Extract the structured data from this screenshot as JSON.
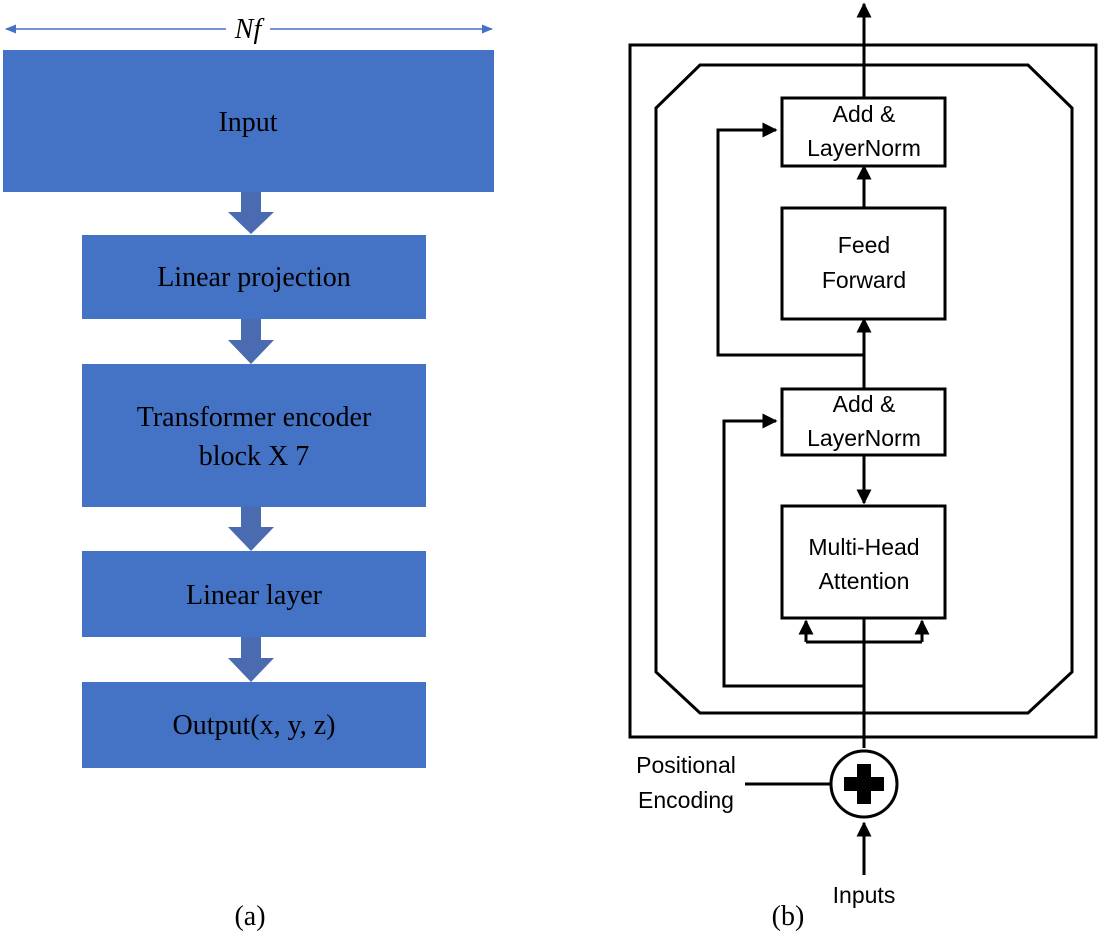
{
  "panel_a": {
    "width_label": "Nf",
    "blocks": [
      "Input",
      "Linear projection",
      "Transformer encoder",
      "block X 7",
      "Linear layer",
      "Output(x, y, z)"
    ],
    "caption": "(a)",
    "colors": {
      "block_fill": "#4472C4",
      "arrow_fill": "#4A6BB0",
      "width_arrow": "#4472C4"
    }
  },
  "panel_b": {
    "add_norm_top": [
      "Add &",
      "LayerNorm"
    ],
    "feed_forward": [
      "Feed",
      "Forward"
    ],
    "add_norm_bottom": [
      "Add &",
      "LayerNorm"
    ],
    "multi_head": [
      "Multi-Head",
      "Attention"
    ],
    "positional_encoding": [
      "Positional",
      "Encoding"
    ],
    "inputs": "Inputs",
    "caption": "(b)",
    "colors": {
      "line": "#000000",
      "box_fill": "#ffffff"
    }
  }
}
